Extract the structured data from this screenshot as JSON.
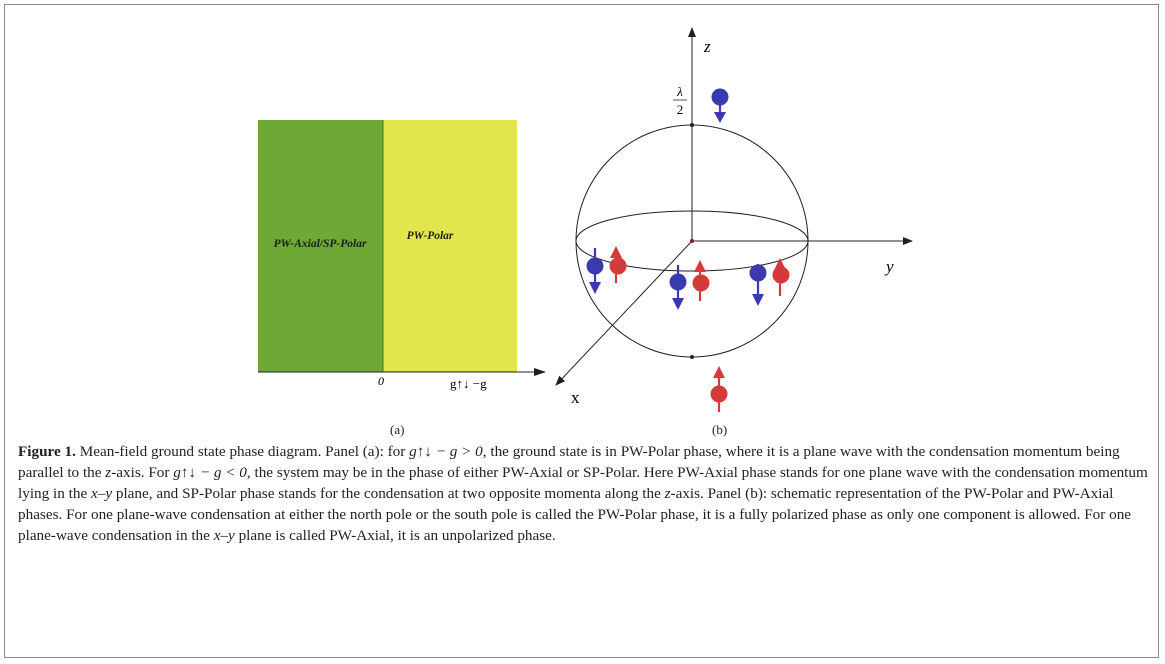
{
  "panel_a": {
    "label": "(a)",
    "region_left": "PW-Axial/SP-Polar",
    "region_right": "PW-Polar",
    "origin_label": "0",
    "axis_label": "g↑↓ −g",
    "colors": {
      "left": "#6ea935",
      "right": "#e2e64e"
    }
  },
  "panel_b": {
    "label": "(b)",
    "axis_z": "z",
    "axis_y": "y",
    "axis_x": "x",
    "pole_label_num": "λ",
    "pole_label_den": "2",
    "colors": {
      "spin_up": "#d43a3a",
      "spin_down": "#3a3ab0"
    }
  },
  "caption": {
    "fig_label": "Figure 1.",
    "part1": " Mean-field ground state phase diagram. Panel (a): for ",
    "ineq1": "g↑↓ − g > 0",
    "part2": ", the ground state is in PW-Polar phase, where it is a plane wave with the condensation momentum being parallel to the ",
    "z1": "z",
    "part3": "-axis. For ",
    "ineq2": "g↑↓ − g < 0",
    "part4": ", the system may be in the phase of either PW-Axial or SP-Polar. Here PW-Axial phase stands for one plane wave with the condensation momentum lying in the ",
    "xy1": "x–y",
    "part5": " plane, and SP-Polar phase stands for the condensation at two opposite momenta along the ",
    "z2": "z",
    "part6": "-axis. Panel (b): schematic representation of the PW-Polar and PW-Axial phases. For one plane-wave condensation at either the north pole or the south pole is called the PW-Polar phase, it is a fully polarized phase as only one component is allowed. For one plane-wave condensation in the ",
    "xy2": "x–y",
    "part7": " plane is called PW-Axial, it is an unpolarized phase."
  }
}
